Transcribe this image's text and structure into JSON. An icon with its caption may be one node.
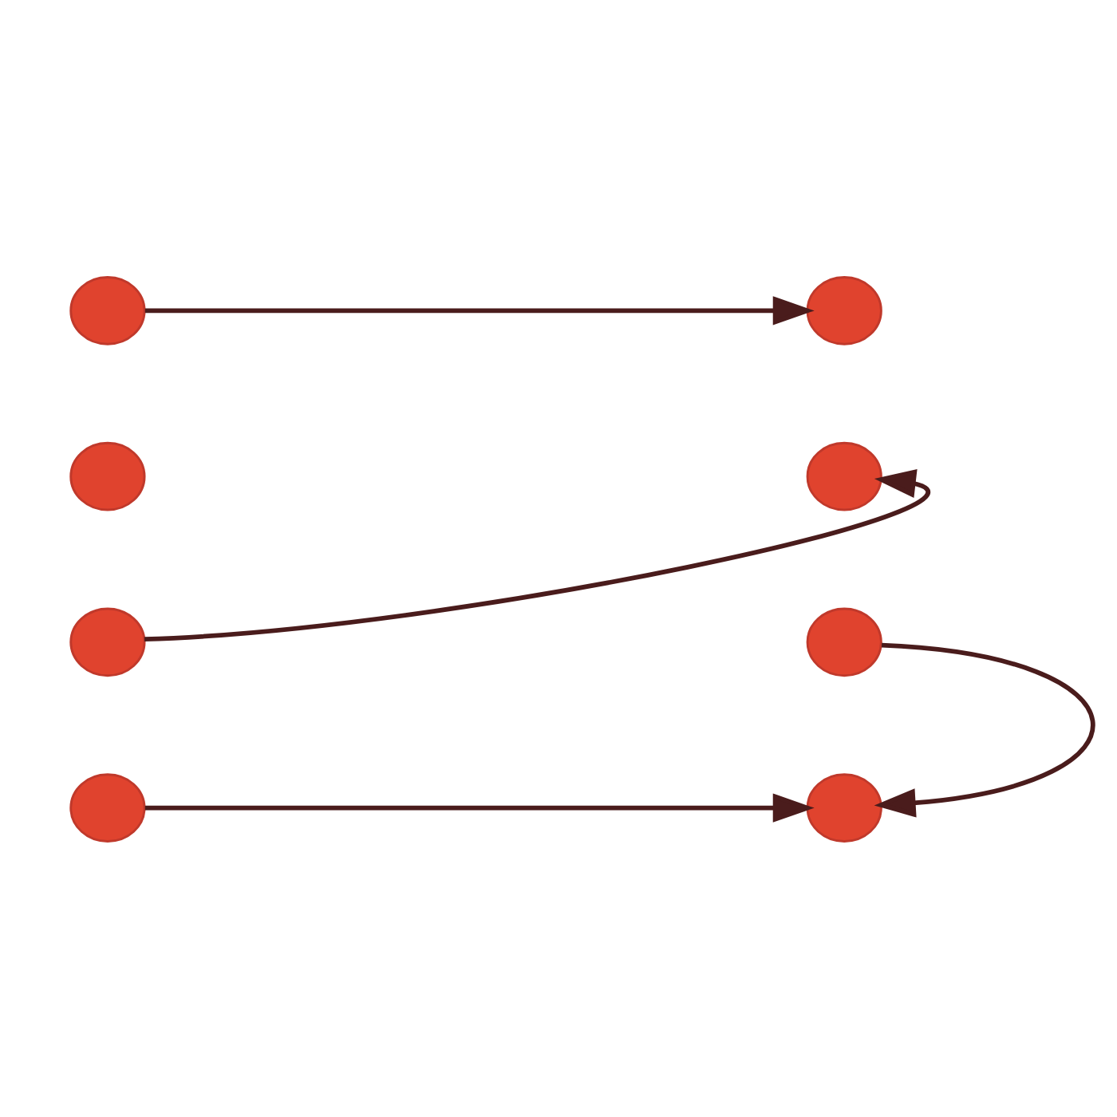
{
  "diagram": {
    "nodes": [
      {
        "text": [],
        "shape": "heart"
      },
      {
        "text": [],
        "shape": "heart"
      },
      {
        "text": [],
        "shape": "heart"
      },
      {
        "text": [],
        "shape": "heart"
      },
      {
        "text": [],
        "shape": "heart"
      },
      {
        "text": [],
        "shape": "heart"
      },
      {
        "text": [],
        "shape": "heart"
      },
      {
        "text": [],
        "shape": "heart"
      }
    ],
    "edges": [
      {
        "from": 0,
        "to": 1,
        "arrow": "to"
      },
      {
        "from": 4,
        "to": 6,
        "arrow": "to"
      },
      {
        "from": 5,
        "to": 3,
        "arrow": "to"
      },
      {
        "from": 7,
        "to": 6,
        "arrow": "to"
      }
    ]
  }
}
